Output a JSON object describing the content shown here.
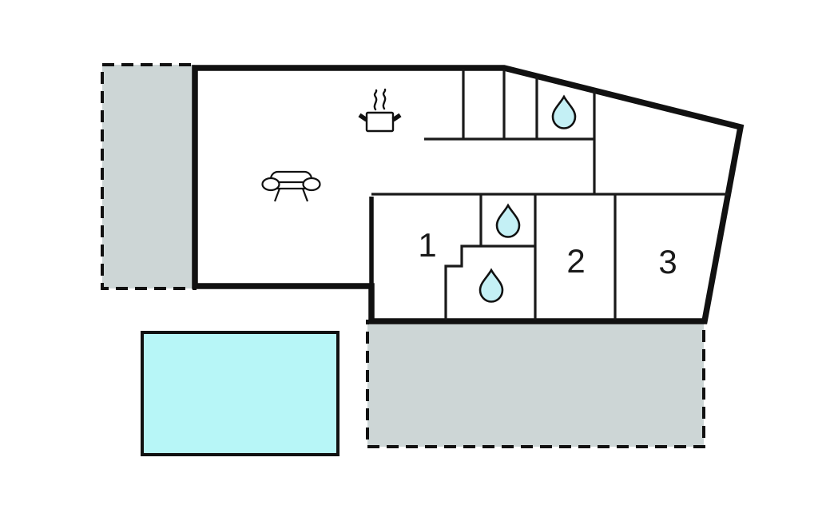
{
  "plan": {
    "type": "holiday-home-floor-plan",
    "rooms": {
      "bedroom1": {
        "label": "1"
      },
      "bedroom2": {
        "label": "2"
      },
      "bedroom3": {
        "label": "3"
      }
    },
    "icons": {
      "kitchen": "cooking-pot-with-steam",
      "living_room": "sofa",
      "bathroom": "water-drop",
      "bathroom_count": 3
    },
    "areas": {
      "terrace_left": "dashed-gray-terrace",
      "terrace_bottom": "dashed-gray-terrace",
      "pool": "swimming-pool"
    }
  },
  "colors": {
    "wall": "#111111",
    "thin_wall": "#1a1a1a",
    "terrace_fill": "#cdd6d6",
    "pool_fill": "#b7f6f7",
    "drop_fill": "#c4f0f5",
    "room_fill": "#ffffff",
    "background": "#ffffff"
  }
}
